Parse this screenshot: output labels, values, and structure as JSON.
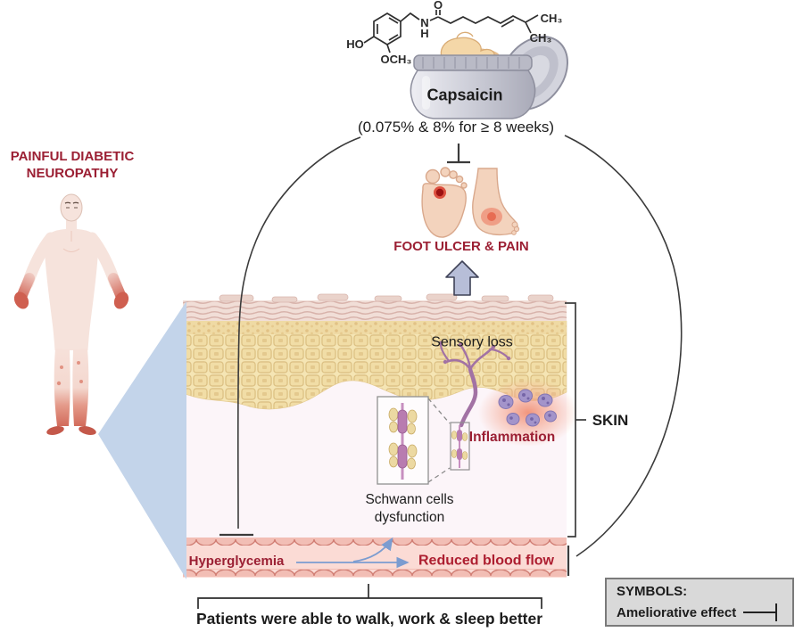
{
  "figure": {
    "capsaicin": {
      "jar_label": "Capsaicin",
      "dose": "(0.075% & 8% for ≥ 8 weeks)",
      "molecule": {
        "ho": "HO",
        "och3": "OCH₃",
        "n": "N",
        "h": "H",
        "o": "O",
        "ch3_top": "CH₃",
        "ch3_bottom": "CH₃"
      }
    },
    "condition": {
      "line1": "PAINFUL DIABETIC",
      "line2": "NEUROPATHY"
    },
    "foot": {
      "label": "FOOT ULCER & PAIN"
    },
    "skin": {
      "bracket_label": "SKIN",
      "sensory_loss": "Sensory loss",
      "inflammation": "Inflammation",
      "schwann_line1": "Schwann cells",
      "schwann_line2": "dysfunction",
      "hyperglycemia": "Hyperglycemia",
      "reduced_blood_flow": "Reduced blood flow"
    },
    "outcome": "Patients were able to walk, work & sleep better",
    "legend": {
      "title": "SYMBOLS:",
      "item": "Ameliorative effect"
    },
    "colors": {
      "dark_red": "#9b1f33",
      "accent_red": "#ad1e30",
      "arrow_blue": "#7b9cd0",
      "wedge_blue": "#c3d4ea"
    }
  }
}
